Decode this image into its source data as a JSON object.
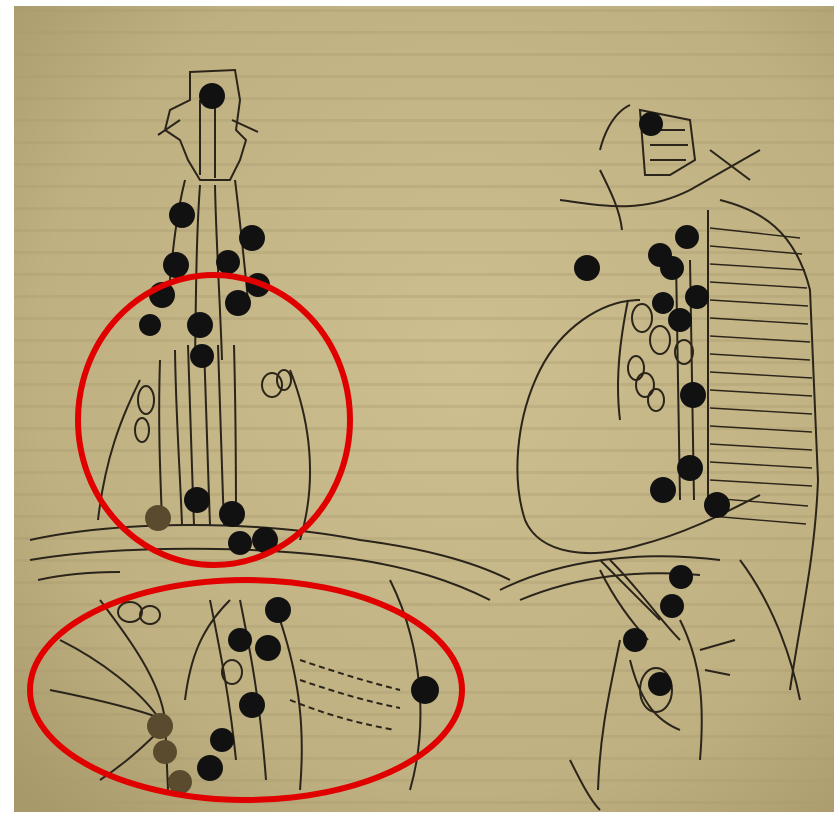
{
  "scene": {
    "subject": "photograph-of-book-page-anatomical-line-drawing",
    "panels": [
      {
        "name": "anterior-view",
        "has_highlight_circles": true
      },
      {
        "name": "lateral-view",
        "has_highlight_circles": false
      }
    ]
  },
  "colors": {
    "paper": "#c4b586",
    "paper_dark": "#a9996c",
    "ink": "#2a241a",
    "node": "#111111",
    "node_faded": "#5a4a2e",
    "highlight": "#e00000",
    "frame": "#ffffff"
  },
  "annotations": {
    "highlight_count": 2,
    "highlight_shape": "ellipse-outline"
  }
}
